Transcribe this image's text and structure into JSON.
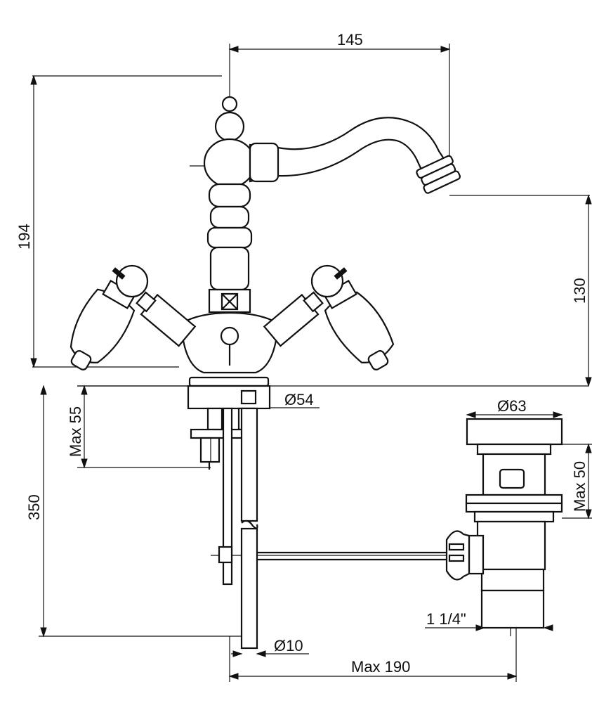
{
  "dimensions": {
    "top_width": "145",
    "left_height": "194",
    "right_height": "130",
    "base_diameter": "Ø54",
    "max_thickness": "Max 55",
    "shank_length": "350",
    "rod_diameter": "Ø10",
    "max_reach": "Max 190",
    "waste_diameter": "Ø63",
    "waste_max_height": "Max 50",
    "waste_thread": "1 1/4\""
  },
  "colors": {
    "line": "#111111",
    "background": "#ffffff"
  }
}
